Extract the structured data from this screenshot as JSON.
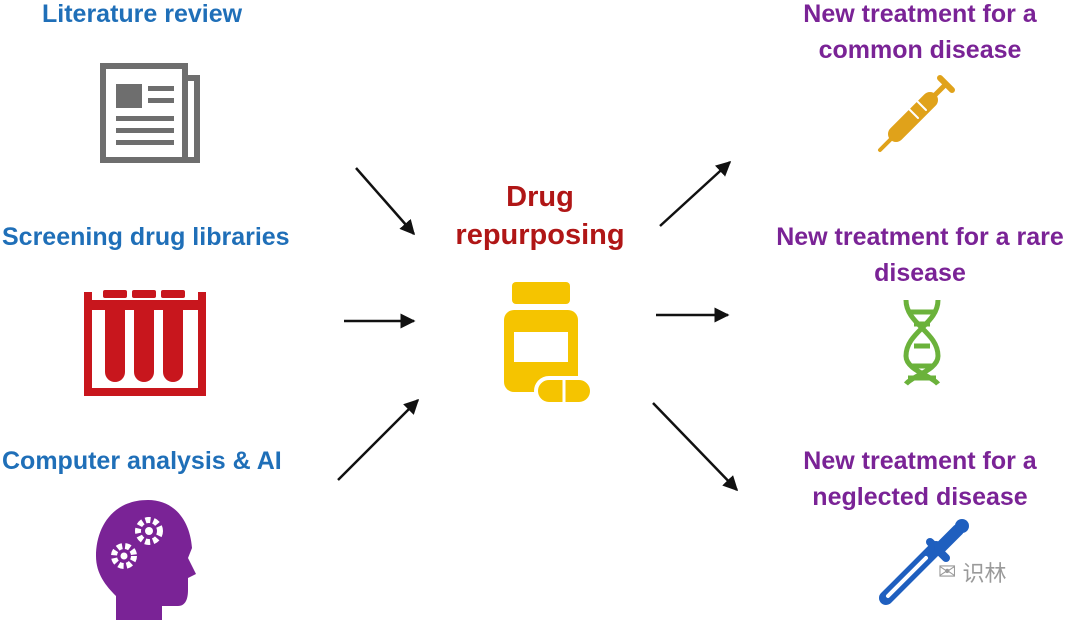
{
  "sources": [
    {
      "label": "Literature review",
      "icon": "newspaper-icon"
    },
    {
      "label": "Screening drug libraries",
      "icon": "test-tubes-icon"
    },
    {
      "label": "Computer analysis & AI",
      "icon": "head-gears-icon"
    }
  ],
  "center": {
    "line1": "Drug",
    "line2": "repurposing",
    "icon": "pill-bottle-icon"
  },
  "outcomes": [
    {
      "line1": "New treatment for a",
      "line2": "common disease",
      "icon": "syringe-icon"
    },
    {
      "line1": "New treatment for a rare",
      "line2": "disease",
      "icon": "dna-icon"
    },
    {
      "line1": "New treatment for a",
      "line2": "neglected disease",
      "icon": "dropper-icon"
    }
  ],
  "watermark": "识林",
  "colors": {
    "left_text": "#1f6fb8",
    "center_text": "#b01616",
    "right_text": "#7a2396",
    "newspaper": "#6e6e6e",
    "tubes": "#c8161d",
    "head": "#7a2396",
    "bottle": "#f5c400",
    "syringe": "#e0a21a",
    "dna": "#6bb23b",
    "dropper": "#1f5fbf"
  }
}
